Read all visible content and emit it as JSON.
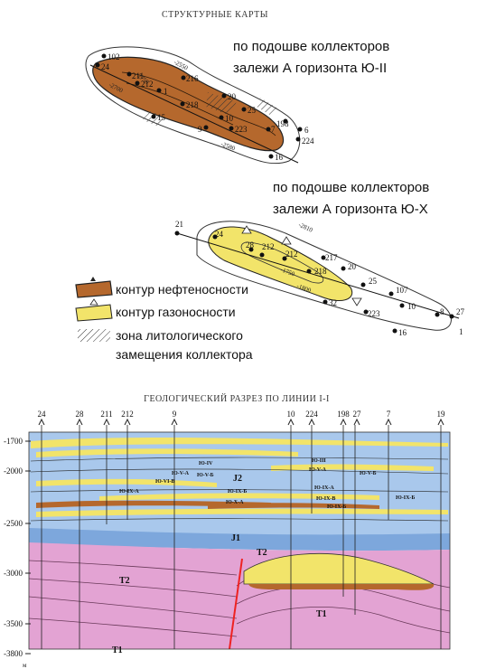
{
  "maps": {
    "title": "СТРУКТУРНЫЕ КАРТЫ",
    "map1": {
      "caption_line1": "по подошве коллекторов",
      "caption_line2": "залежи А горизонта Ю-II",
      "wells": [
        "102",
        "24",
        "211",
        "216",
        "212",
        "1",
        "20",
        "218",
        "25",
        "10",
        "223",
        "7",
        "198",
        "15",
        "6",
        "224",
        "16",
        "9"
      ],
      "contours": [
        "-2550",
        "-2700",
        "-2750",
        "-2580"
      ]
    },
    "map2": {
      "caption_line1": "по подошве коллекторов",
      "caption_line2": "залежи А горизонта Ю-Х",
      "wells": [
        "21",
        "24",
        "28",
        "212",
        "212",
        "217",
        "218",
        "20",
        "25",
        "107",
        "32",
        "10",
        "223",
        "8",
        "27",
        "16",
        "1"
      ],
      "contours": [
        "-2810",
        "-1750",
        "-1800"
      ]
    }
  },
  "legend": {
    "oil_contour": "контур нефтеносности",
    "gas_contour": "контур газоносности",
    "zone_line1": "зона литологического",
    "zone_line2": "замещения коллектора"
  },
  "section": {
    "title": "ГЕОЛОГИЧЕСКИЙ РАЗРЕЗ ПО ЛИНИИ I-I",
    "wells": [
      "24",
      "28",
      "211",
      "212",
      "9",
      "10",
      "224",
      "198",
      "27",
      "7",
      "19"
    ],
    "depths": [
      "-1700",
      "-2000",
      "-2500",
      "-3000",
      "-3500",
      "-3800"
    ],
    "depth_unit": "м",
    "strata": {
      "j2": "J2",
      "j1": "J1",
      "t2": "T2",
      "t1": "T1"
    },
    "horizons": [
      "Ю-IV",
      "Ю-V-А",
      "Ю-V-Б",
      "Ю-VI-B",
      "Ю-IX-А",
      "Ю-IX-Б",
      "Ю-X-А",
      "Ю-III",
      "Ю-V-А",
      "Ю-V-Б",
      "Ю-IX-А",
      "Ю-IX-Б",
      "Ю-IX-B",
      "Ю-IX-Б"
    ],
    "colors": {
      "j_blue": "#a9c8ec",
      "t_pink": "#e3a3d3",
      "oil": "#b5682d",
      "gas": "#f2e46a",
      "j1_band": "#7da7dc"
    }
  }
}
